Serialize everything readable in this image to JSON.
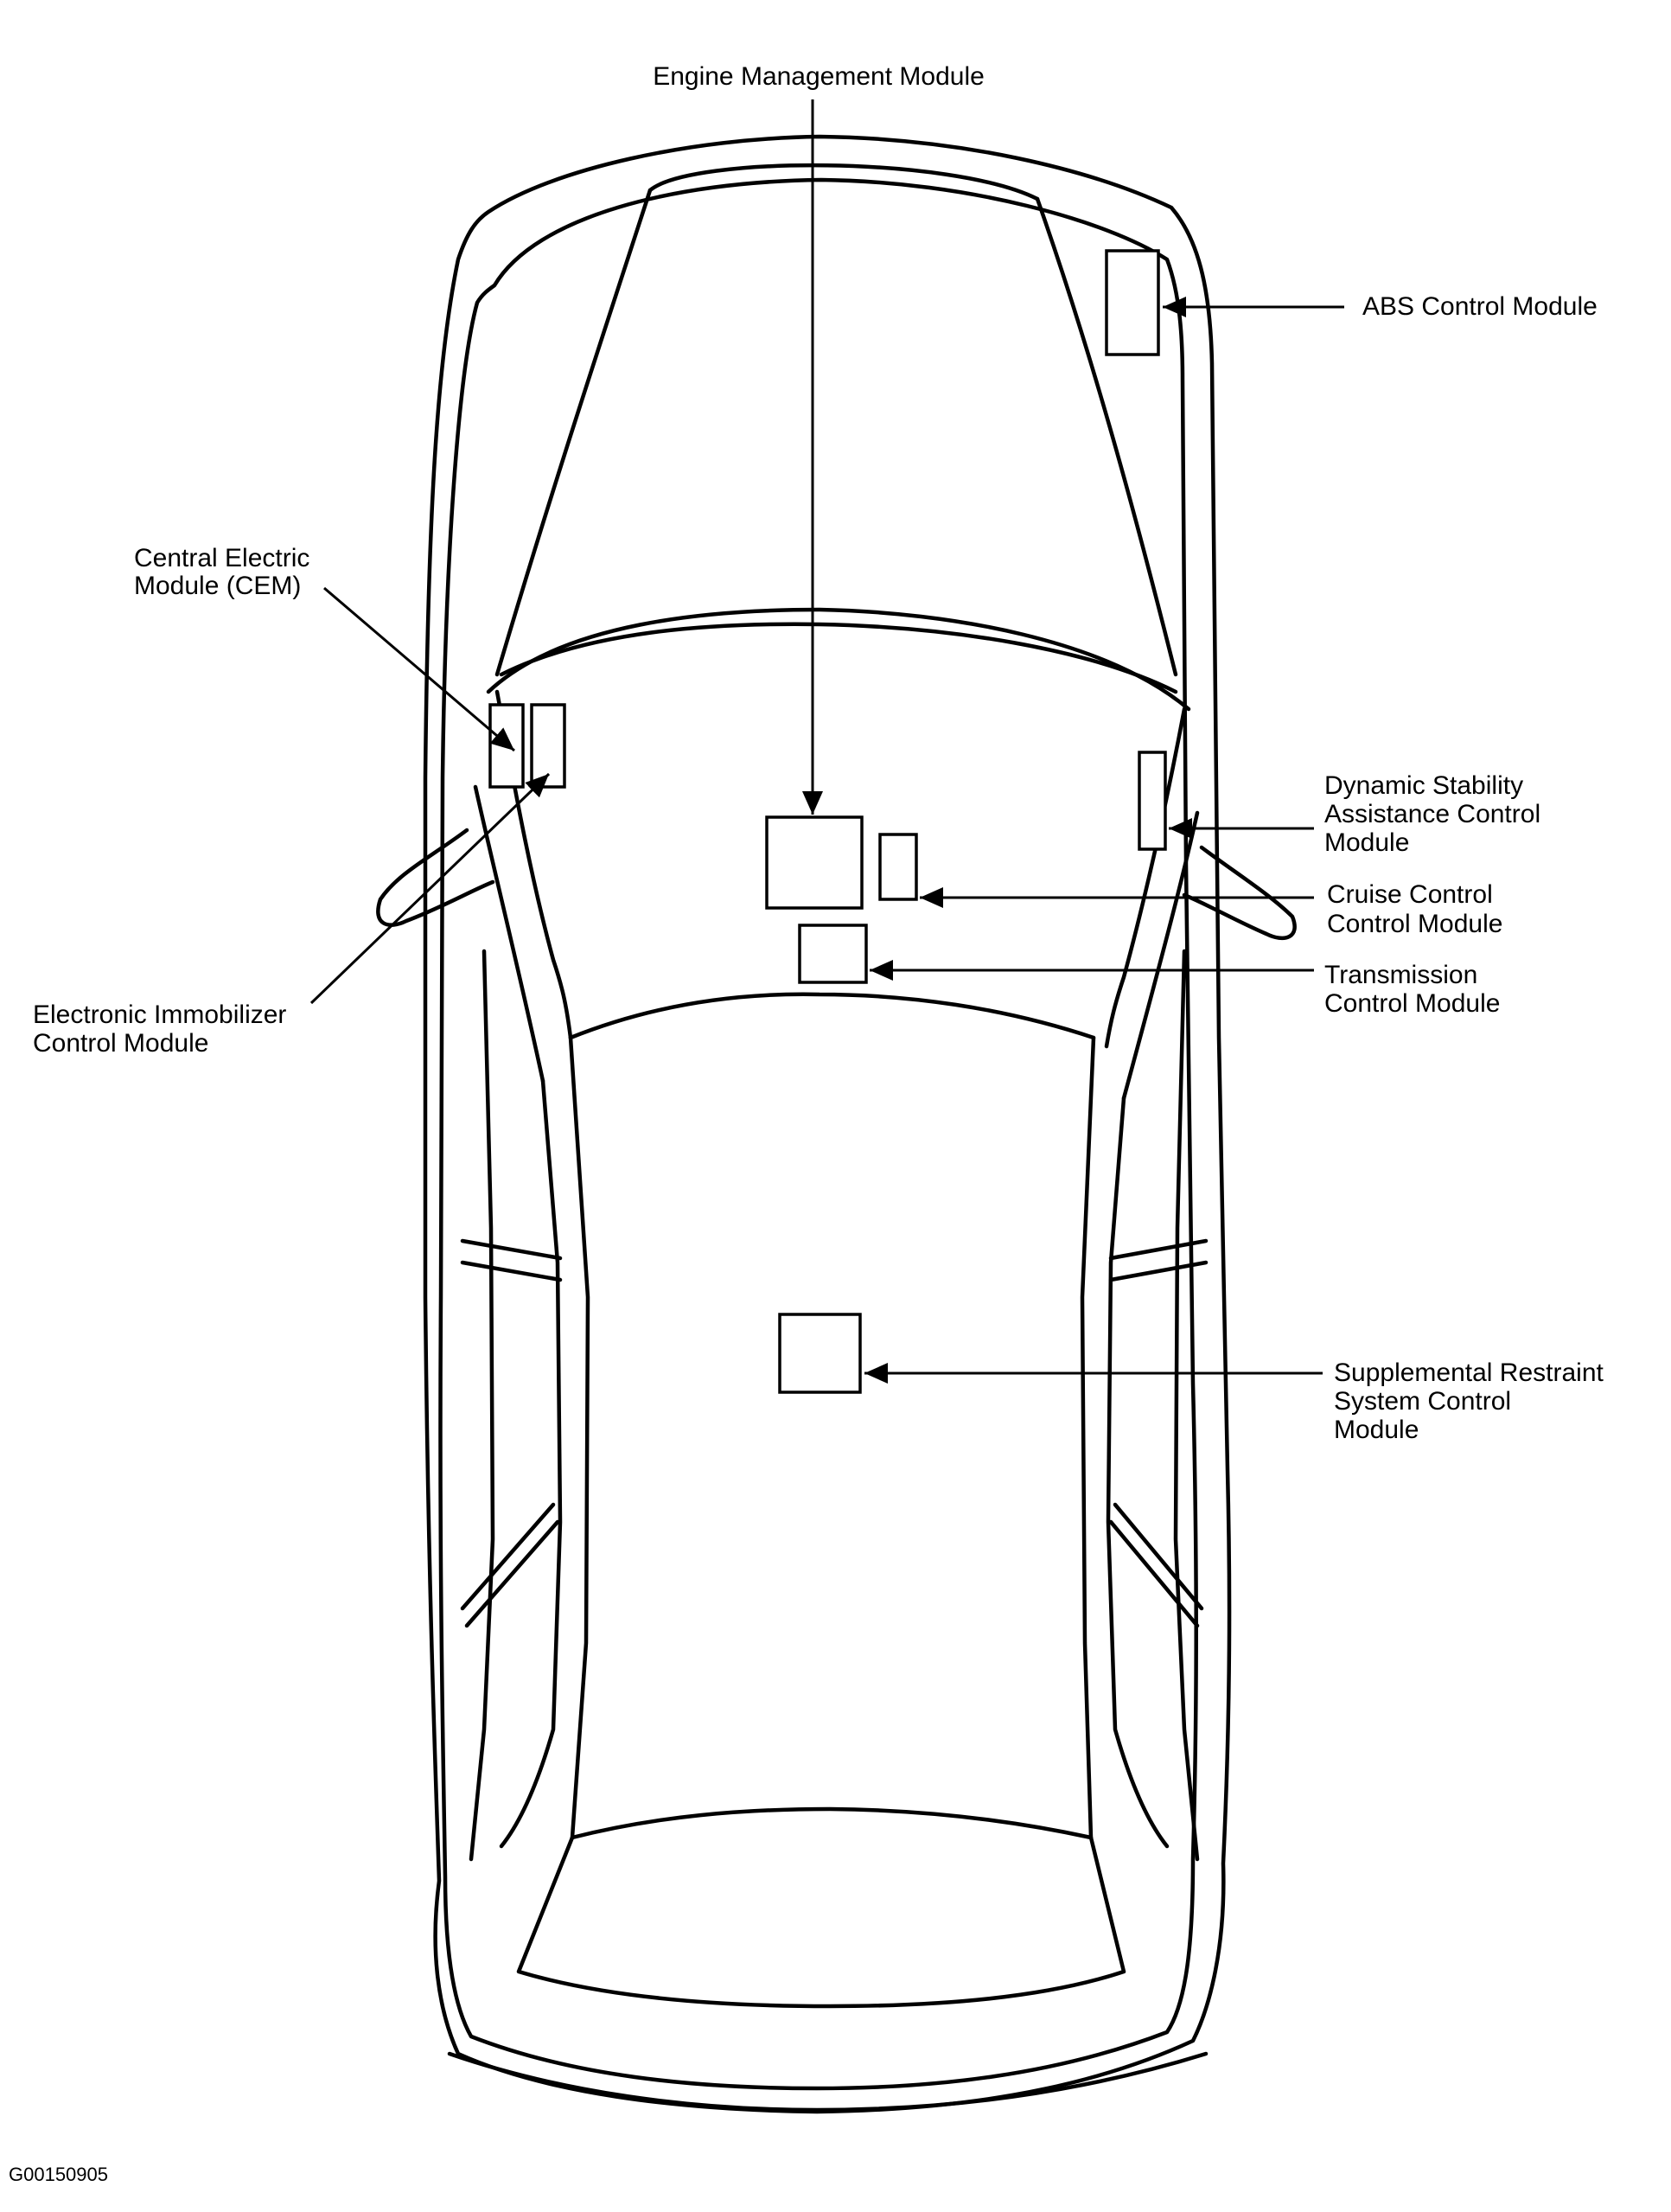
{
  "diagram": {
    "labels": {
      "engine_management": [
        "Engine Management Module"
      ],
      "abs": [
        "ABS Control Module"
      ],
      "cem": [
        "Central Electric",
        "Module (CEM)"
      ],
      "dsa": [
        "Dynamic Stability",
        "Assistance Control",
        "Module"
      ],
      "cruise": [
        "Cruise Control",
        "Control Module"
      ],
      "transmission": [
        "Transmission",
        "Control Module"
      ],
      "immobilizer": [
        "Electronic Immobilizer",
        "Control Module"
      ],
      "srs": [
        "Supplemental Restraint",
        "System Control",
        "Module"
      ]
    },
    "figure_code": "G00150905"
  }
}
